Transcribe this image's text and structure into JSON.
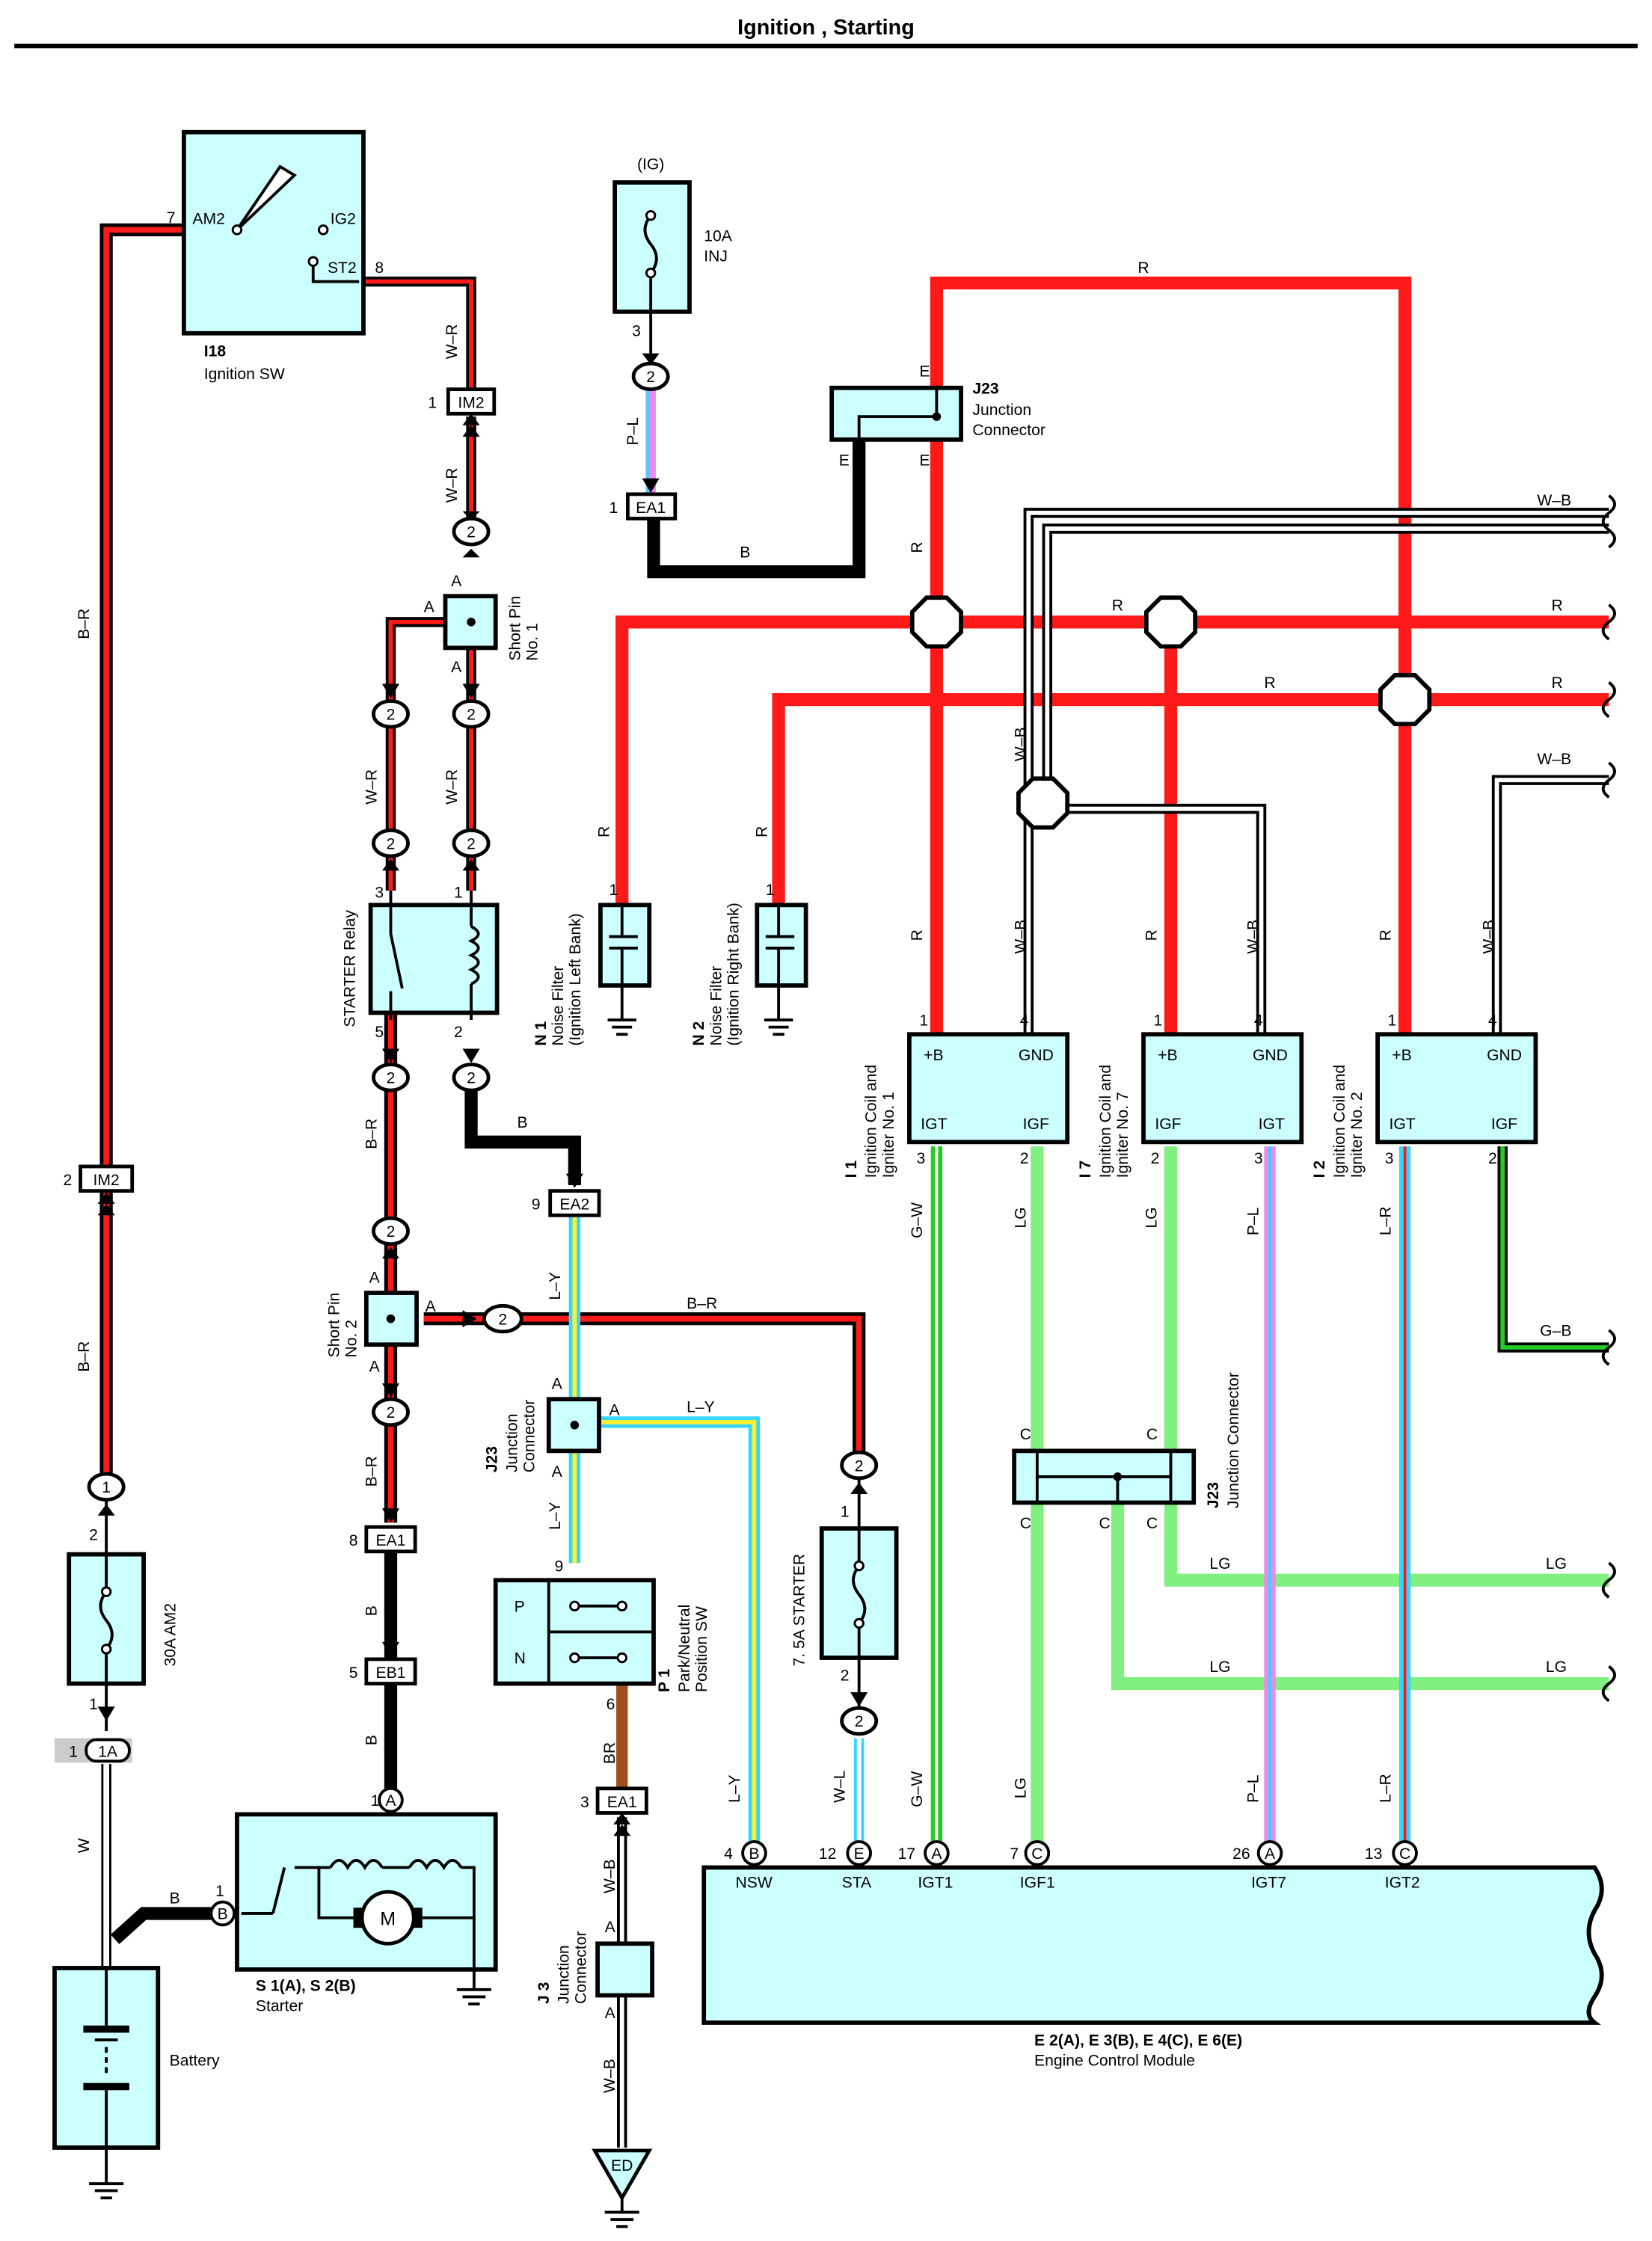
{
  "title": "Ignition , Starting",
  "components": {
    "ignition_sw": {
      "id": "I18",
      "name": "Ignition SW",
      "term_am2": "AM2",
      "term_ig2": "IG2",
      "term_st2": "ST2",
      "pin_am2": "7",
      "pin_st2": "8"
    },
    "fuse_inj": {
      "circuit": "(IG)",
      "name": "10A\nINJ",
      "rating": "10A",
      "label": "INJ",
      "pin": "3"
    },
    "j23_top": {
      "id": "J23",
      "name": "Junction Connector",
      "name1": "Junction",
      "name2": "Connector",
      "term": "E"
    },
    "short_pin1": {
      "name": "Short Pin\nNo. 1",
      "name1": "Short Pin",
      "name2": "No. 1",
      "term": "A"
    },
    "starter_relay": {
      "name": "STARTER Relay",
      "pins": [
        "3",
        "1",
        "5",
        "2"
      ]
    },
    "noise_filter_left": {
      "id": "N 1",
      "name1": "Noise Filter",
      "name2": "(Ignition Left Bank)",
      "pin": "1"
    },
    "noise_filter_right": {
      "id": "N 2",
      "name1": "Noise Filter",
      "name2": "(Ignition Right Bank)",
      "pin": "1"
    },
    "coil1": {
      "id": "I 1",
      "name1": "Ignition Coil and",
      "name2": "Igniter No. 1",
      "t1": "+B",
      "t2": "GND",
      "t3": "IGT",
      "t4": "IGF",
      "p1": "1",
      "p2": "4",
      "p3": "3",
      "p4": "2"
    },
    "coil7": {
      "id": "I 7",
      "name1": "Ignition Coil and",
      "name2": "Igniter No. 7",
      "t1": "+B",
      "t2": "GND",
      "t3": "IGF",
      "t4": "IGT",
      "p1": "1",
      "p2": "4",
      "p3": "2",
      "p4": "3"
    },
    "coil2": {
      "id": "I 2",
      "name1": "Ignition Coil and",
      "name2": "Igniter No. 2",
      "t1": "+B",
      "t2": "GND",
      "t3": "IGT",
      "t4": "IGF",
      "p1": "1",
      "p2": "4",
      "p3": "3",
      "p4": "2"
    },
    "short_pin2": {
      "name1": "Short Pin",
      "name2": "No. 2",
      "term": "A"
    },
    "j23_mid": {
      "id": "J23",
      "name1": "Junction",
      "name2": "Connector",
      "term": "A"
    },
    "j23_right": {
      "id": "J23",
      "name": "Junction Connector",
      "term": "C"
    },
    "park_sw": {
      "id": "P 1",
      "name1": "Park/Neutral",
      "name2": "Position SW",
      "pos_p": "P",
      "pos_n": "N",
      "pin_in": "9",
      "pin_out": "6"
    },
    "fuse_starter": {
      "name": "7. 5A STARTER",
      "pin_in": "1",
      "pin_out": "2"
    },
    "fuse_am2": {
      "name": "30A AM2",
      "pin_in": "2",
      "pin_out": "1"
    },
    "starter": {
      "id": "S 1(A), S 2(B)",
      "name": "Starter",
      "motor": "M",
      "term_a": "A",
      "term_b": "B",
      "pin": "1"
    },
    "battery": {
      "name": "Battery"
    },
    "j3": {
      "id": "J 3",
      "name1": "Junction",
      "name2": "Connector",
      "term": "A"
    },
    "ground_ed": {
      "label": "ED"
    },
    "ecm": {
      "id": "E 2(A), E 3(B), E 4(C), E 6(E)",
      "name": "Engine Control Module",
      "terminals": [
        {
          "pin": "4",
          "letter": "B",
          "name": "NSW"
        },
        {
          "pin": "12",
          "letter": "E",
          "name": "STA"
        },
        {
          "pin": "17",
          "letter": "A",
          "name": "IGT1"
        },
        {
          "pin": "7",
          "letter": "C",
          "name": "IGF1"
        },
        {
          "pin": "26",
          "letter": "A",
          "name": "IGT7"
        },
        {
          "pin": "13",
          "letter": "C",
          "name": "IGT2"
        }
      ]
    }
  },
  "connectors": {
    "IM2": "IM2",
    "EA1": "EA1",
    "EA2": "EA2",
    "EB1": "EB1",
    "c1A": "1A",
    "pin_im2_a": "1",
    "pin_im2_b": "2",
    "pin_ea1_a": "1",
    "pin_ea1_b": "8",
    "pin_ea1_c": "3",
    "pin_ea2": "9",
    "pin_eb1": "5",
    "pin_1a": "1",
    "junction_2": "2",
    "junction_1": "1"
  },
  "wire_colors": {
    "W-R": "W–R",
    "B-R": "B–R",
    "B": "B",
    "R": "R",
    "P-L": "P–L",
    "W-B": "W–B",
    "G-W": "G–W",
    "LG": "LG",
    "L-R": "L–R",
    "G-B": "G–B",
    "L-Y": "L–Y",
    "W-L": "W–L",
    "BR": "BR",
    "W": "W"
  },
  "colors": {
    "red": "#ff1a1a",
    "black": "#000000",
    "lgreen": "#80f080",
    "green": "#22cc22",
    "cyan": "#33d6ff",
    "pink": "#ee88ee",
    "yellow": "#ffee33",
    "brown": "#a0501c",
    "component_fill": "#ccffff"
  }
}
